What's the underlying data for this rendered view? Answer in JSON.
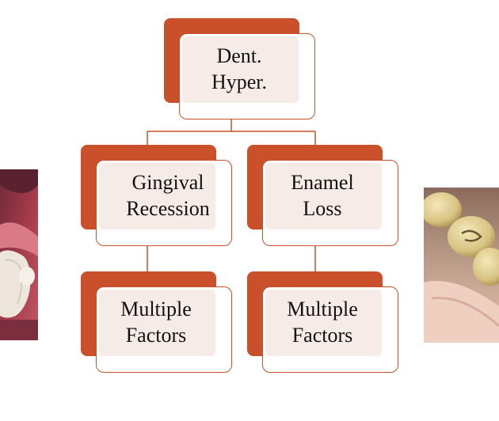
{
  "diagram": {
    "root": {
      "line1": "Dent.",
      "line2": "Hyper."
    },
    "branches": [
      {
        "line1": "Gingival",
        "line2": "Recession",
        "child": {
          "line1": "Multiple",
          "line2": "Factors"
        }
      },
      {
        "line1": "Enamel",
        "line2": "Loss",
        "child": {
          "line1": "Multiple",
          "line2": "Factors"
        }
      }
    ]
  },
  "colors": {
    "accent": "#c9502a",
    "card_fill": "#f7ebe8",
    "text": "#111111",
    "background": "#ffffff"
  },
  "images": {
    "left": "gum-recession-photo",
    "right": "enamel-loss-teeth-photo"
  }
}
